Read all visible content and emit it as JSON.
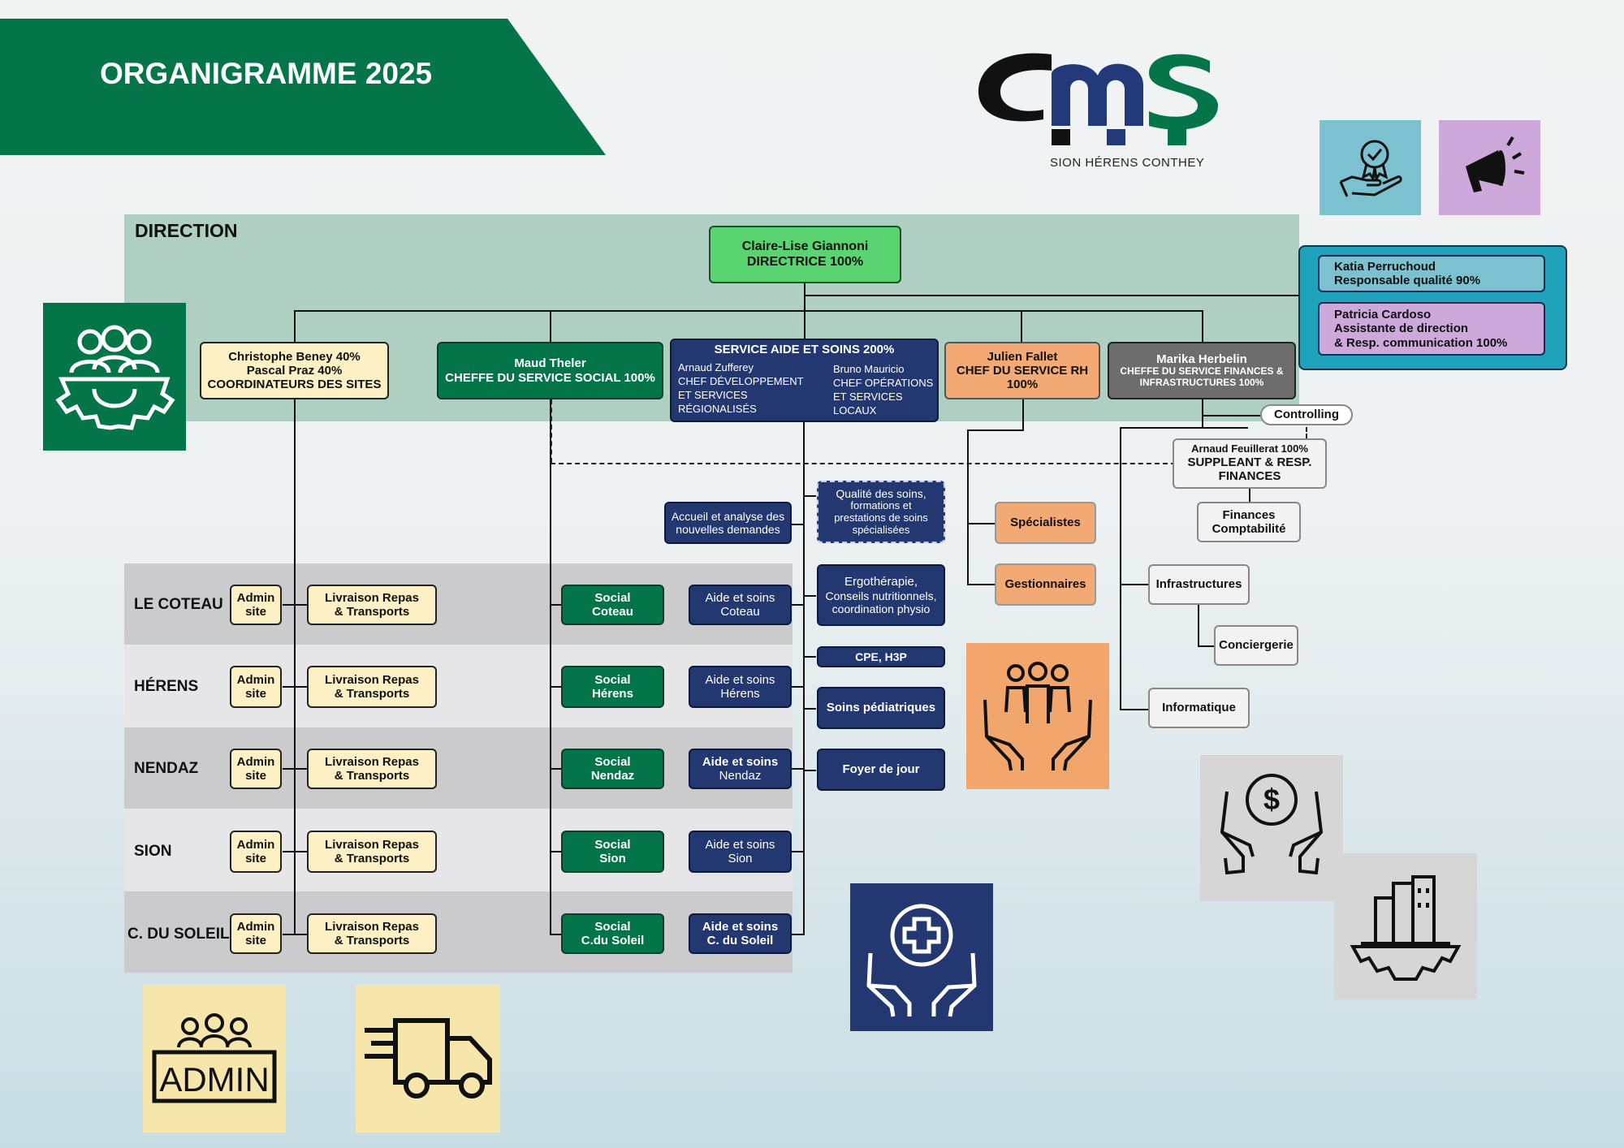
{
  "header": {
    "title": "ORGANIGRAMME 2025"
  },
  "logo": {
    "subtitle": "SION HÉRENS CONTHEY"
  },
  "direction": {
    "label": "DIRECTION",
    "director": {
      "name": "Claire-Lise Giannoni",
      "role": "DIRECTRICE 100%"
    },
    "staff": [
      {
        "name": "Katia Perruchoud",
        "role": "Responsable qualité 90%",
        "color": "#7cc1cf"
      },
      {
        "name": "Patricia Cardoso",
        "role": "Assistante de direction",
        "role2": "& Resp. communication 100%",
        "color": "#cda8db"
      }
    ]
  },
  "chiefs": {
    "coordinators": {
      "line1": "Christophe Beney 40%",
      "line2": "Pascal Praz 40%",
      "line3": "COORDINATEURS DES SITES"
    },
    "social": {
      "name": "Maud Theler",
      "role": "CHEFFE DU SERVICE SOCIAL 100%"
    },
    "care": {
      "title": "SERVICE AIDE ET SOINS 200%",
      "left": {
        "name": "Arnaud Zufferey",
        "r1": "CHEF DÉVELOPPEMENT",
        "r2": "ET SERVICES",
        "r3": "RÉGIONALISÉS"
      },
      "right": {
        "name": "Bruno Mauricio",
        "r1": "CHEF OPÉRATIONS",
        "r2": "ET SERVICES",
        "r3": "LOCAUX"
      }
    },
    "hr": {
      "name": "Julien Fallet",
      "role": "CHEF DU SERVICE RH",
      "pct": "100%"
    },
    "finance": {
      "name": "Marika Herbelin",
      "role": "CHEFFE DU SERVICE FINANCES &",
      "role2": "INFRASTRUCTURES 100%"
    }
  },
  "finance_units": {
    "controlling": "Controlling",
    "deputy": {
      "name": "Arnaud Feuillerat 100%",
      "role": "SUPPLEANT & RESP.",
      "role2": "FINANCES"
    },
    "accounting": {
      "l1": "Finances",
      "l2": "Comptabilité"
    },
    "infrastructures": "Infrastructures",
    "conciergerie": "Conciergerie",
    "informatique": "Informatique"
  },
  "hr_units": {
    "specialists": "Spécialistes",
    "managers": "Gestionnaires"
  },
  "care_units": {
    "intake": {
      "l1": "Accueil et analyse des",
      "l2": "nouvelles demandes"
    },
    "quality": {
      "l1": "Qualité des soins,",
      "l2": "formations et",
      "l3": "prestations de soins",
      "l4": "spécialisées"
    },
    "ergo": {
      "l1": "Ergothérapie,",
      "l2": "Conseils nutritionnels,",
      "l3": "coordination physio"
    },
    "cpe": "CPE, H3P",
    "pediatric": "Soins pédiatriques",
    "daycare": "Foyer de jour"
  },
  "sites": [
    {
      "name": "LE COTEAU",
      "admin1": "Admin",
      "admin2": "site",
      "del1": "Livraison Repas",
      "del2": "& Transports",
      "soc1": "Social",
      "soc2": "Coteau",
      "care1": "Aide et soins",
      "care2": "Coteau"
    },
    {
      "name": "HÉRENS",
      "admin1": "Admin",
      "admin2": "site",
      "del1": "Livraison Repas",
      "del2": "& Transports",
      "soc1": "Social",
      "soc2": "Hérens",
      "care1": "Aide et soins",
      "care2": "Hérens"
    },
    {
      "name": "NENDAZ",
      "admin1": "Admin",
      "admin2": "site",
      "del1": "Livraison Repas",
      "del2": "& Transports",
      "soc1": "Social",
      "soc2": "Nendaz",
      "care1": "Aide et soins",
      "care2": "Nendaz"
    },
    {
      "name": "SION",
      "admin1": "Admin",
      "admin2": "site",
      "del1": "Livraison Repas",
      "del2": "& Transports",
      "soc1": "Social",
      "soc2": "Sion",
      "care1": "Aide et soins",
      "care2": "Sion"
    },
    {
      "name": "C. DU SOLEIL",
      "admin1": "Admin",
      "admin2": "site",
      "del1": "Livraison Repas",
      "del2": "& Transports",
      "soc1": "Social",
      "soc2": "C.du Soleil",
      "care1": "Aide et soins",
      "care2": "C. du Soleil"
    }
  ],
  "icons": {
    "admin_tile_text": "ADMIN",
    "dollar_sign": "$"
  },
  "colors": {
    "green": "#037548",
    "navy": "#233770",
    "cream": "#fdf0c4",
    "orange": "#f3a974",
    "grey": "#6d6d6d",
    "direction_band": "#aecfc1",
    "teal_panel": "#1fa3bd"
  }
}
